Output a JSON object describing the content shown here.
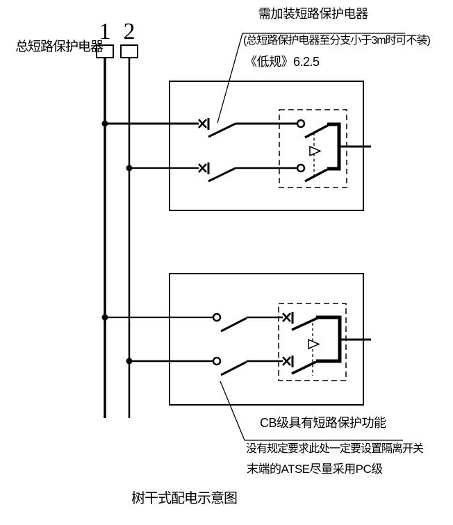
{
  "page": {
    "background_color": "#ffffff",
    "ink_color": "#000000",
    "caption": "树干式配电示意图"
  },
  "buses": {
    "main_breaker_label": "总短路保护电器",
    "bus1_label": "1",
    "bus2_label": "2"
  },
  "annotation_top": {
    "line1": "需加装短路保护电器",
    "line2": "(总短路保护电器至分支小于3m时可不装)",
    "line3": "《低规》6.2.5"
  },
  "annotation_bottom": {
    "line1": "CB级具有短路保护功能",
    "line2": "没有规定要求此处一定要设置隔离开关",
    "line3": "末端的ATSE尽量采用PC级"
  },
  "symbols": {
    "breaking_point_icon": "x-with-bar",
    "open_contact_icon": "small-circle",
    "switch_blade_icon": "slanted-line",
    "auto_transfer_icon": "right-triangle-on-dashed-link",
    "junction_icon": "filled-dot"
  }
}
